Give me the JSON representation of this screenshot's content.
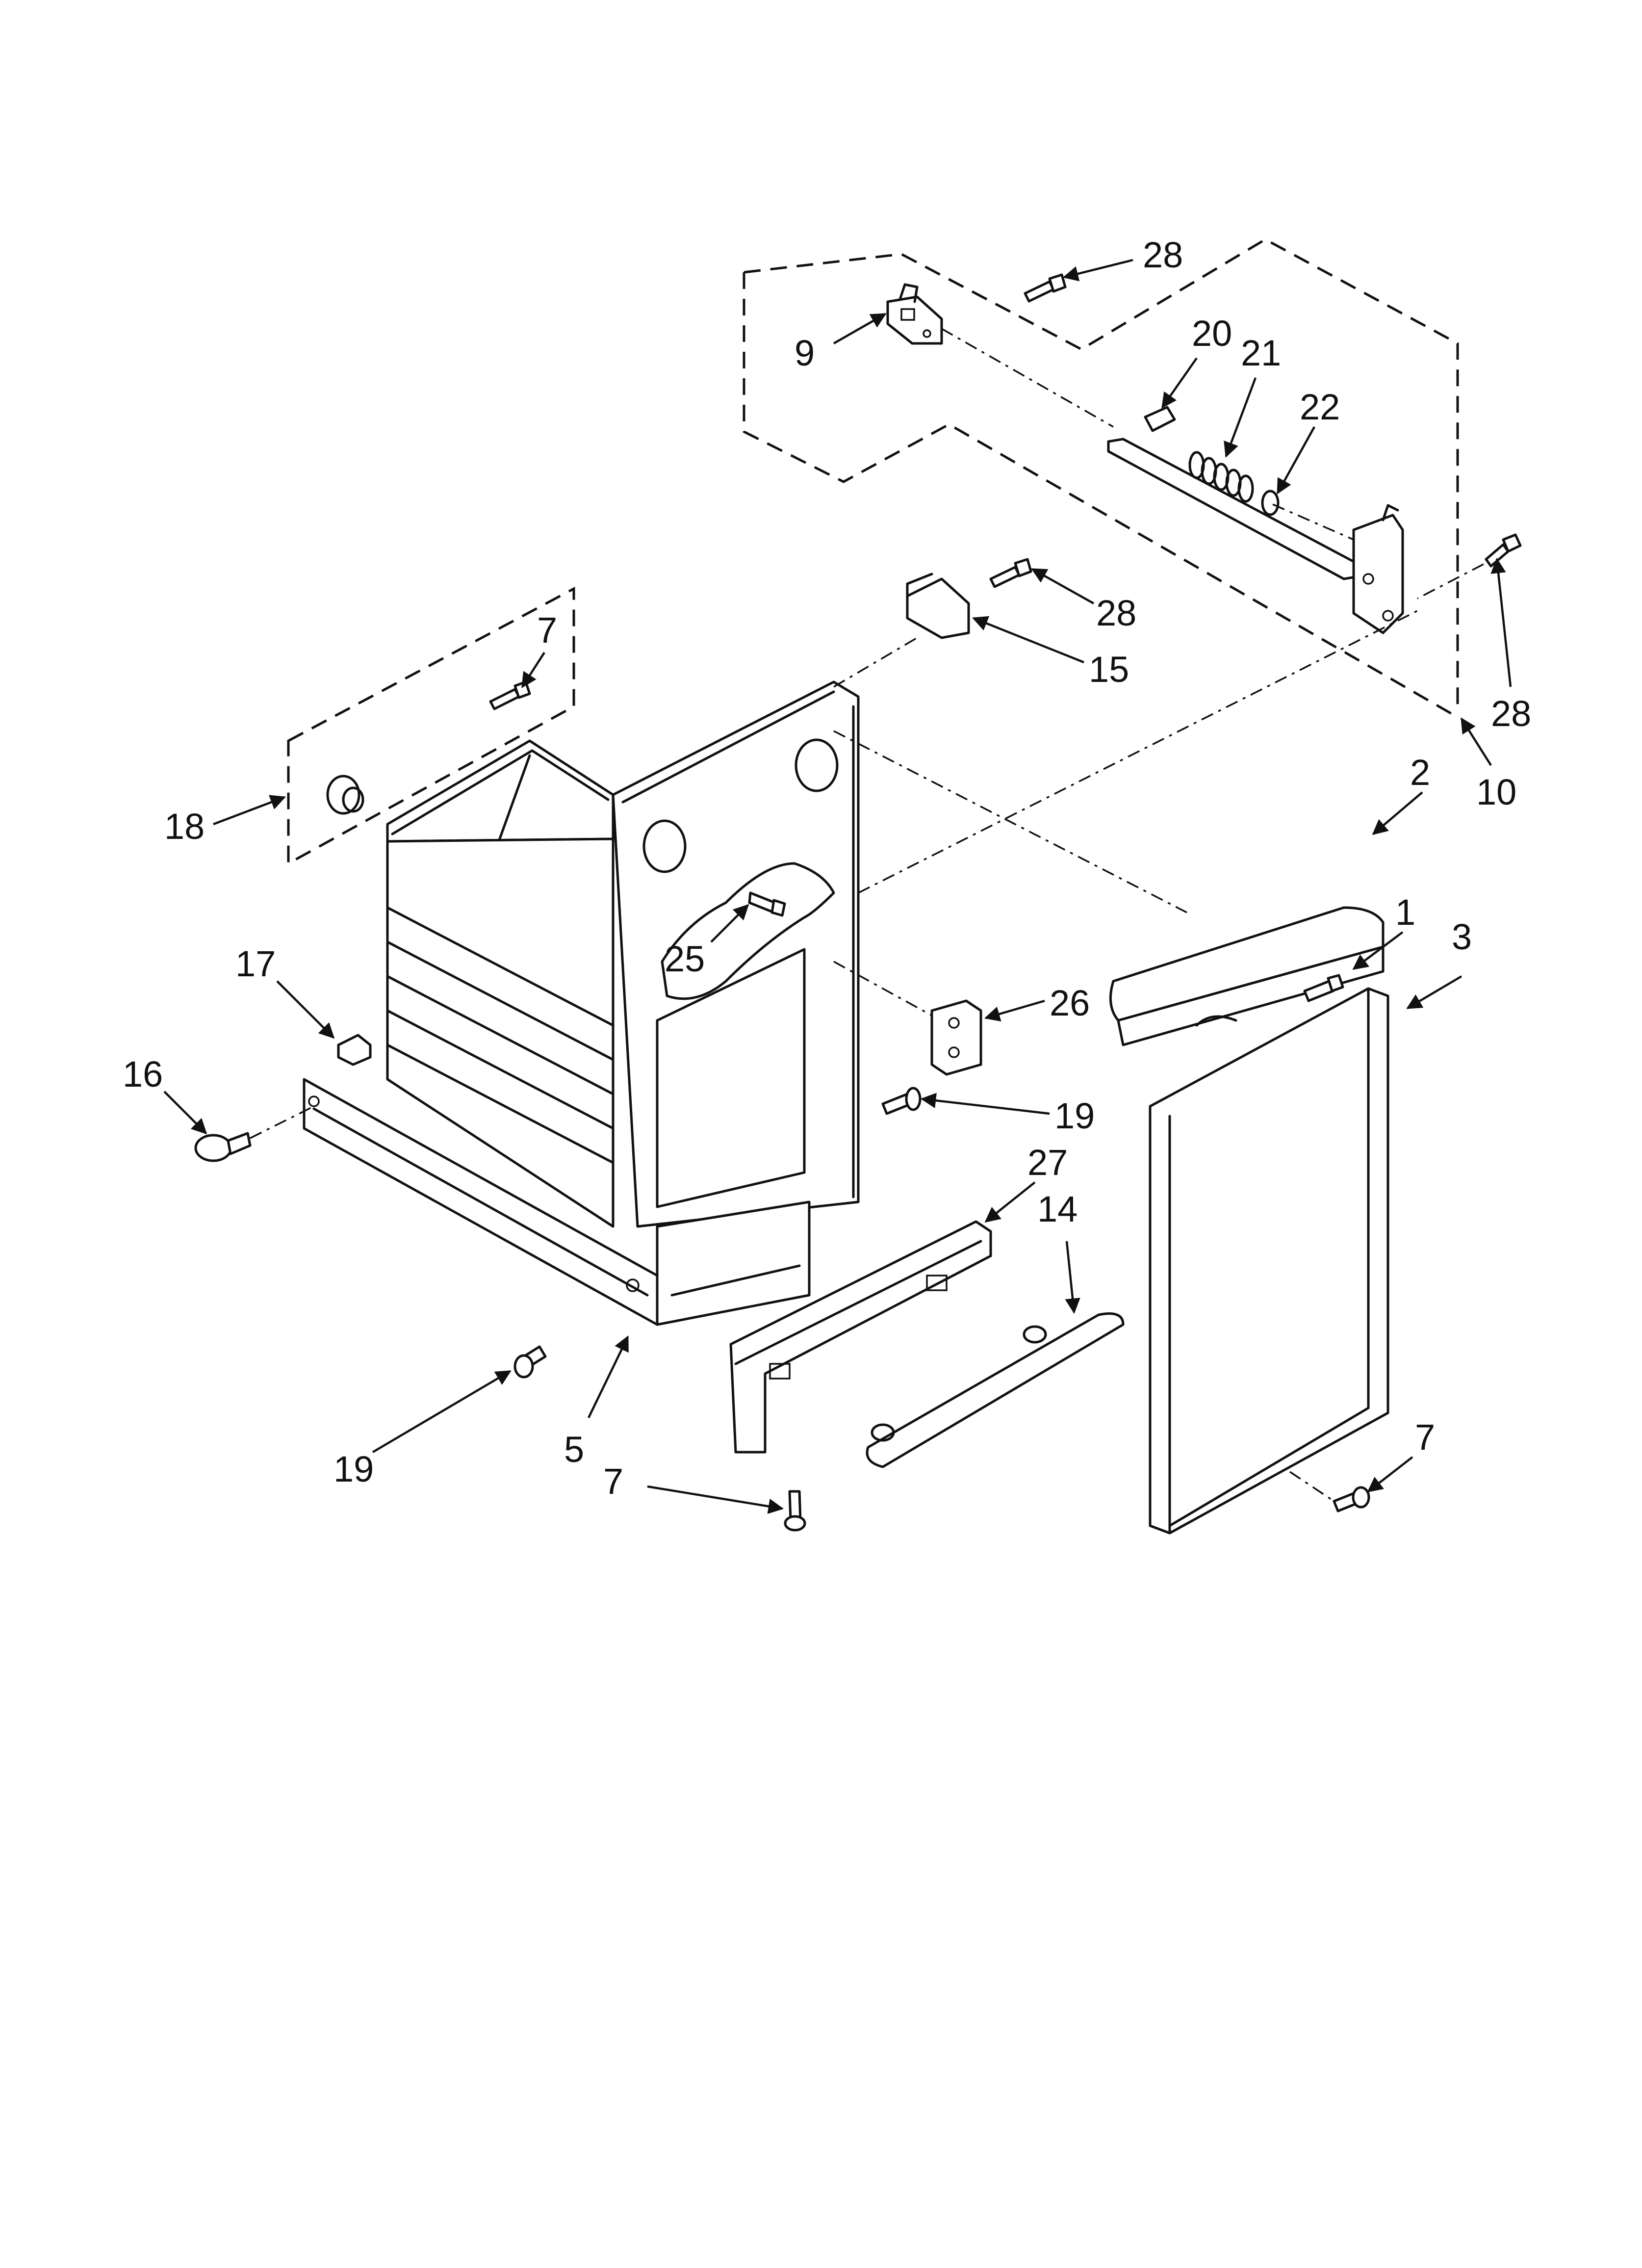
{
  "diagram": {
    "labels": [
      {
        "id": "28-top",
        "text": "28"
      },
      {
        "id": "20",
        "text": "20"
      },
      {
        "id": "21",
        "text": "21"
      },
      {
        "id": "22",
        "text": "22"
      },
      {
        "id": "9",
        "text": "9"
      },
      {
        "id": "28-mid",
        "text": "28"
      },
      {
        "id": "15",
        "text": "15"
      },
      {
        "id": "28-right",
        "text": "28"
      },
      {
        "id": "10",
        "text": "10"
      },
      {
        "id": "7-top",
        "text": "7"
      },
      {
        "id": "18",
        "text": "18"
      },
      {
        "id": "2",
        "text": "2"
      },
      {
        "id": "1",
        "text": "1"
      },
      {
        "id": "3",
        "text": "3"
      },
      {
        "id": "25",
        "text": "25"
      },
      {
        "id": "26",
        "text": "26"
      },
      {
        "id": "17",
        "text": "17"
      },
      {
        "id": "16",
        "text": "16"
      },
      {
        "id": "19-right",
        "text": "19"
      },
      {
        "id": "27",
        "text": "27"
      },
      {
        "id": "14",
        "text": "14"
      },
      {
        "id": "19-left",
        "text": "19"
      },
      {
        "id": "5",
        "text": "5"
      },
      {
        "id": "7-bottom",
        "text": "7"
      },
      {
        "id": "7-right",
        "text": "7"
      }
    ]
  }
}
